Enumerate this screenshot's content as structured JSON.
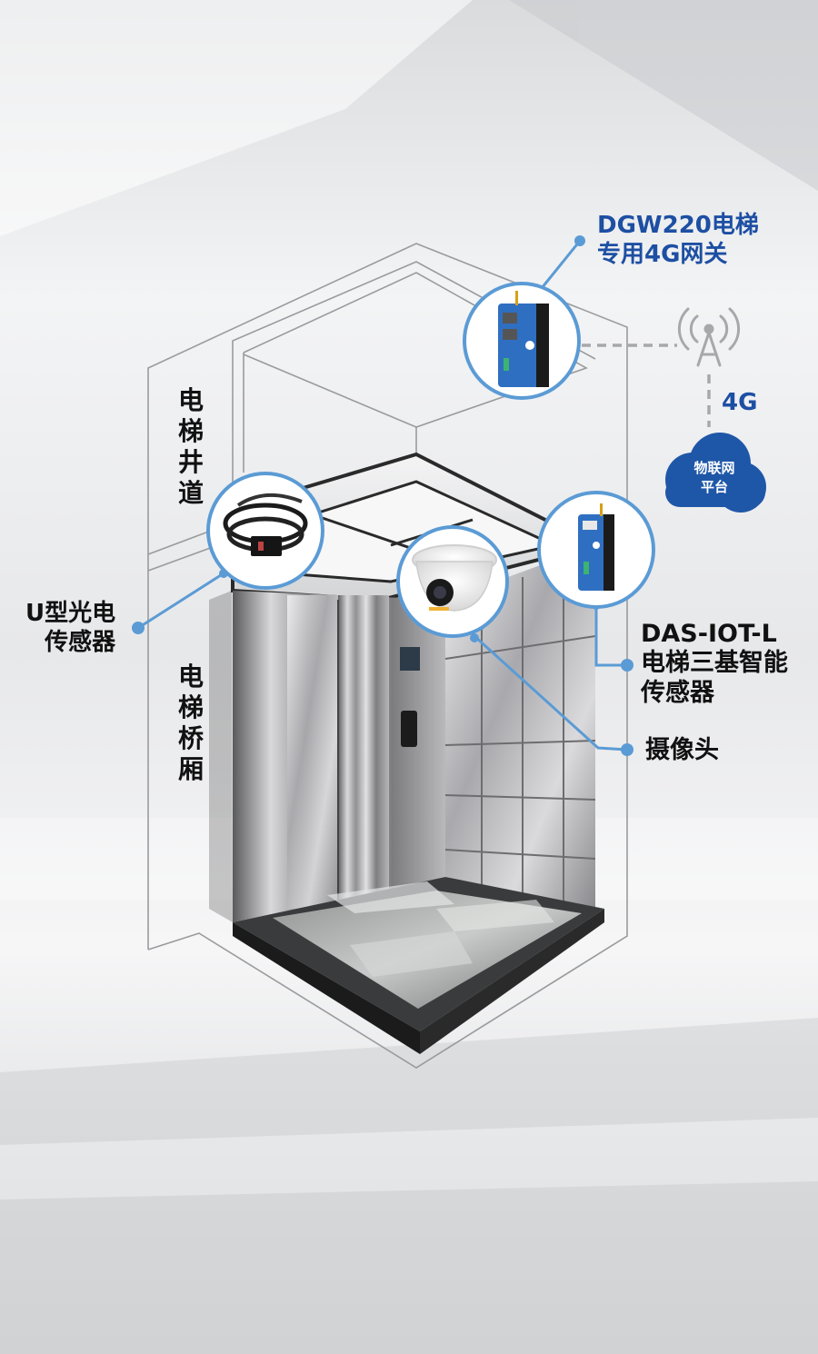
{
  "labels": {
    "gateway": {
      "line1": "DGW220电梯",
      "line2": "专用4G网关"
    },
    "signal": "4G",
    "cloud": {
      "line1": "物联网",
      "line2": "平台"
    },
    "shaft": "电梯井道",
    "car": "电梯桥厢",
    "photo_sensor": {
      "line1": "U型光电",
      "line2": "传感器"
    },
    "das_sensor": {
      "line1": "DAS-IOT-L",
      "line2": "电梯三基智能",
      "line3": "传感器"
    },
    "camera": "摄像头"
  },
  "colors": {
    "accent": "#5b9bd5",
    "label_blue": "#1d4fa3",
    "cloud_fill": "#1f57a8",
    "device_blue": "#2f6fc2",
    "label_black": "#111111"
  }
}
